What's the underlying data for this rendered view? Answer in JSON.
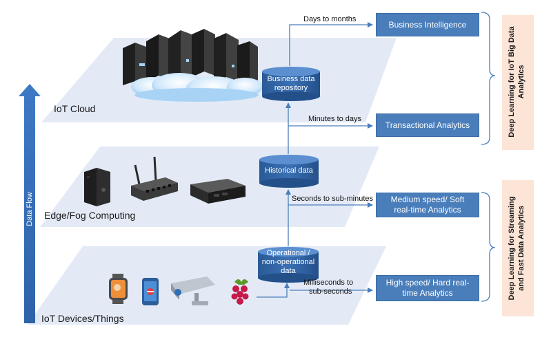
{
  "layers": {
    "cloud": "IoT Cloud",
    "edge": "Edge/Fog Computing",
    "devices": "IoT Devices/Things"
  },
  "data_flow_label": "Data Flow",
  "stores": {
    "business": [
      "Business data",
      "repository"
    ],
    "historical": "Historical data",
    "operational": [
      "Operational /",
      "non-operational",
      "data"
    ]
  },
  "timescales": {
    "days_to_months": "Days to months",
    "minutes_to_days": "Minutes to days",
    "seconds_to_sub_minutes": "Seconds to sub-minutes",
    "milliseconds": [
      "Milliseconds to",
      "sub-seconds"
    ]
  },
  "analytics": {
    "business_intelligence": "Business Intelligence",
    "transactional": "Transactional Analytics",
    "medium_speed": [
      "Medium speed/ Soft",
      "real-time Analytics"
    ],
    "high_speed": [
      "High speed/ Hard real-",
      "time Analytics"
    ]
  },
  "side_labels": {
    "big_data": [
      "Deep Learning for IoT Big Data",
      "Analytics"
    ],
    "streaming": [
      "Deep Learning for Streaming",
      "and Fast Data Analytics"
    ]
  },
  "colors": {
    "layer_fill": "#e3eaf6",
    "box_fill": "#4a7ebb",
    "cylinder_top": "#5b8fd0",
    "cylinder_body": "#2f5f9f",
    "side_panel": "#fce4d6",
    "arrow": "#4a7ebb"
  }
}
